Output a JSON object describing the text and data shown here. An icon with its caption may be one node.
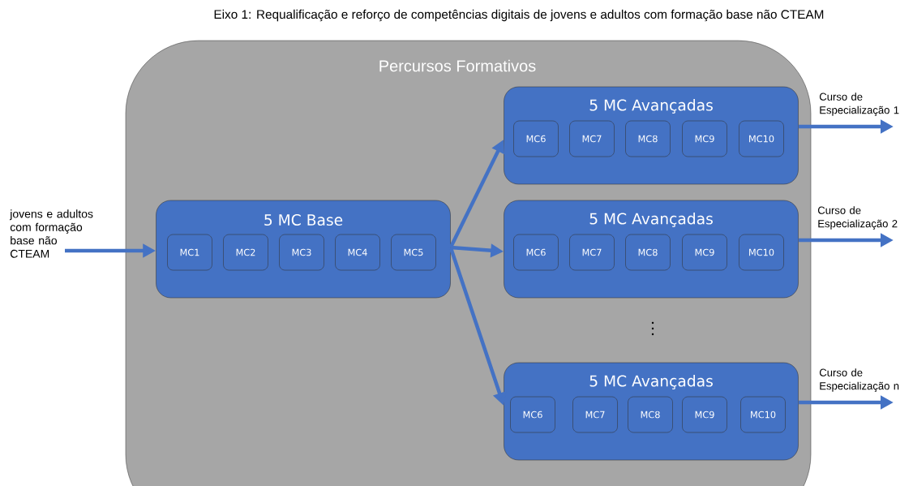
{
  "diagram": {
    "title": "Eixo 1: Requalificação e reforço de competências digitais de jovens e adultos com formação base não CTEAM",
    "nodes": [
      {
        "text": [
          "Percursos Formativos"
        ]
      },
      {
        "text": [
          "5 MC Base"
        ],
        "in": 0
      },
      {
        "text": [
          "MC1"
        ],
        "in": 1
      },
      {
        "text": [
          "MC2"
        ],
        "in": 1
      },
      {
        "text": [
          "MC3"
        ],
        "in": 1
      },
      {
        "text": [
          "MC4"
        ],
        "in": 1
      },
      {
        "text": [
          "MC5"
        ],
        "in": 1
      },
      {
        "text": [
          "5 MC Avançadas"
        ],
        "in": 0
      },
      {
        "text": [
          "MC6"
        ],
        "in": 7
      },
      {
        "text": [
          "MC7"
        ],
        "in": 7
      },
      {
        "text": [
          "MC8"
        ],
        "in": 7
      },
      {
        "text": [
          "MC9"
        ],
        "in": 7
      },
      {
        "text": [
          "MC10"
        ],
        "in": 7
      },
      {
        "text": [
          "5 MC Avançadas"
        ],
        "in": 0
      },
      {
        "text": [
          "MC6"
        ],
        "in": 13
      },
      {
        "text": [
          "MC7"
        ],
        "in": 13
      },
      {
        "text": [
          "MC8"
        ],
        "in": 13
      },
      {
        "text": [
          "MC9"
        ],
        "in": 13
      },
      {
        "text": [
          "MC10"
        ],
        "in": 13
      },
      {
        "text": [
          "5 MC Avançadas"
        ],
        "in": 0
      },
      {
        "text": [
          "MC6"
        ],
        "in": 19
      },
      {
        "text": [
          "MC7"
        ],
        "in": 19
      },
      {
        "text": [
          "MC8"
        ],
        "in": 19
      },
      {
        "text": [
          "MC9"
        ],
        "in": 19
      },
      {
        "text": [
          "MC10"
        ],
        "in": 19
      },
      {
        "text": [
          "jovens e adultos com formação base não CTEAM"
        ]
      },
      {
        "text": [
          "Curso de Especialização 1"
        ]
      },
      {
        "text": [
          "Curso de Especialização 2"
        ]
      },
      {
        "text": [
          "Curso de Especialização n"
        ]
      }
    ],
    "edges": [
      {
        "from": 25,
        "to": 1,
        "arrow": "to"
      },
      {
        "from": 1,
        "to": 7,
        "arrow": "to"
      },
      {
        "from": 1,
        "to": 13,
        "arrow": "to"
      },
      {
        "from": 1,
        "to": 19,
        "arrow": "to"
      },
      {
        "from": 7,
        "to": 26,
        "arrow": "to"
      },
      {
        "from": 13,
        "to": 27,
        "arrow": "to"
      },
      {
        "from": 19,
        "to": 28,
        "arrow": "to"
      }
    ]
  }
}
